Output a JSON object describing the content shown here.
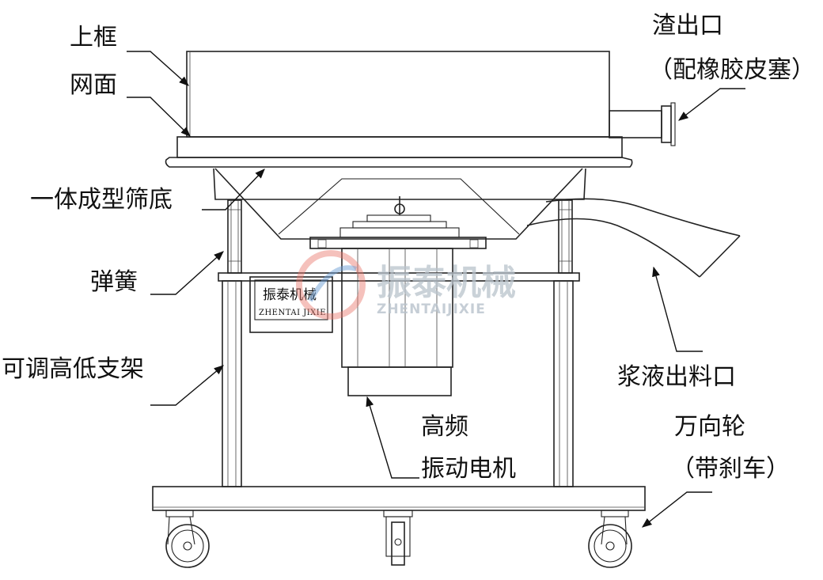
{
  "labels": {
    "top_frame": "上框",
    "mesh": "网面",
    "bottom": "一体成型筛底",
    "spring": "弹簧",
    "stand": "可调高低支架",
    "slag_outlet": "渣出口",
    "slag_plug": "（配橡胶皮塞）",
    "slurry_outlet": "浆液出料口",
    "motor_line1": "高频",
    "motor_line2": "振动电机",
    "wheel_line1": "万向轮",
    "wheel_line2": "（带刹车）"
  },
  "nameplate": {
    "cn": "振泰机械",
    "en": "ZHENTAI JIXIE"
  },
  "watermark": {
    "cn": "振泰机械",
    "en": "ZHENTAIJIXIE"
  },
  "colors": {
    "line": "#222222",
    "watermark_text": "#b9c3cc",
    "watermark_red": "#e8756b",
    "watermark_blue": "#6d9fd6"
  }
}
